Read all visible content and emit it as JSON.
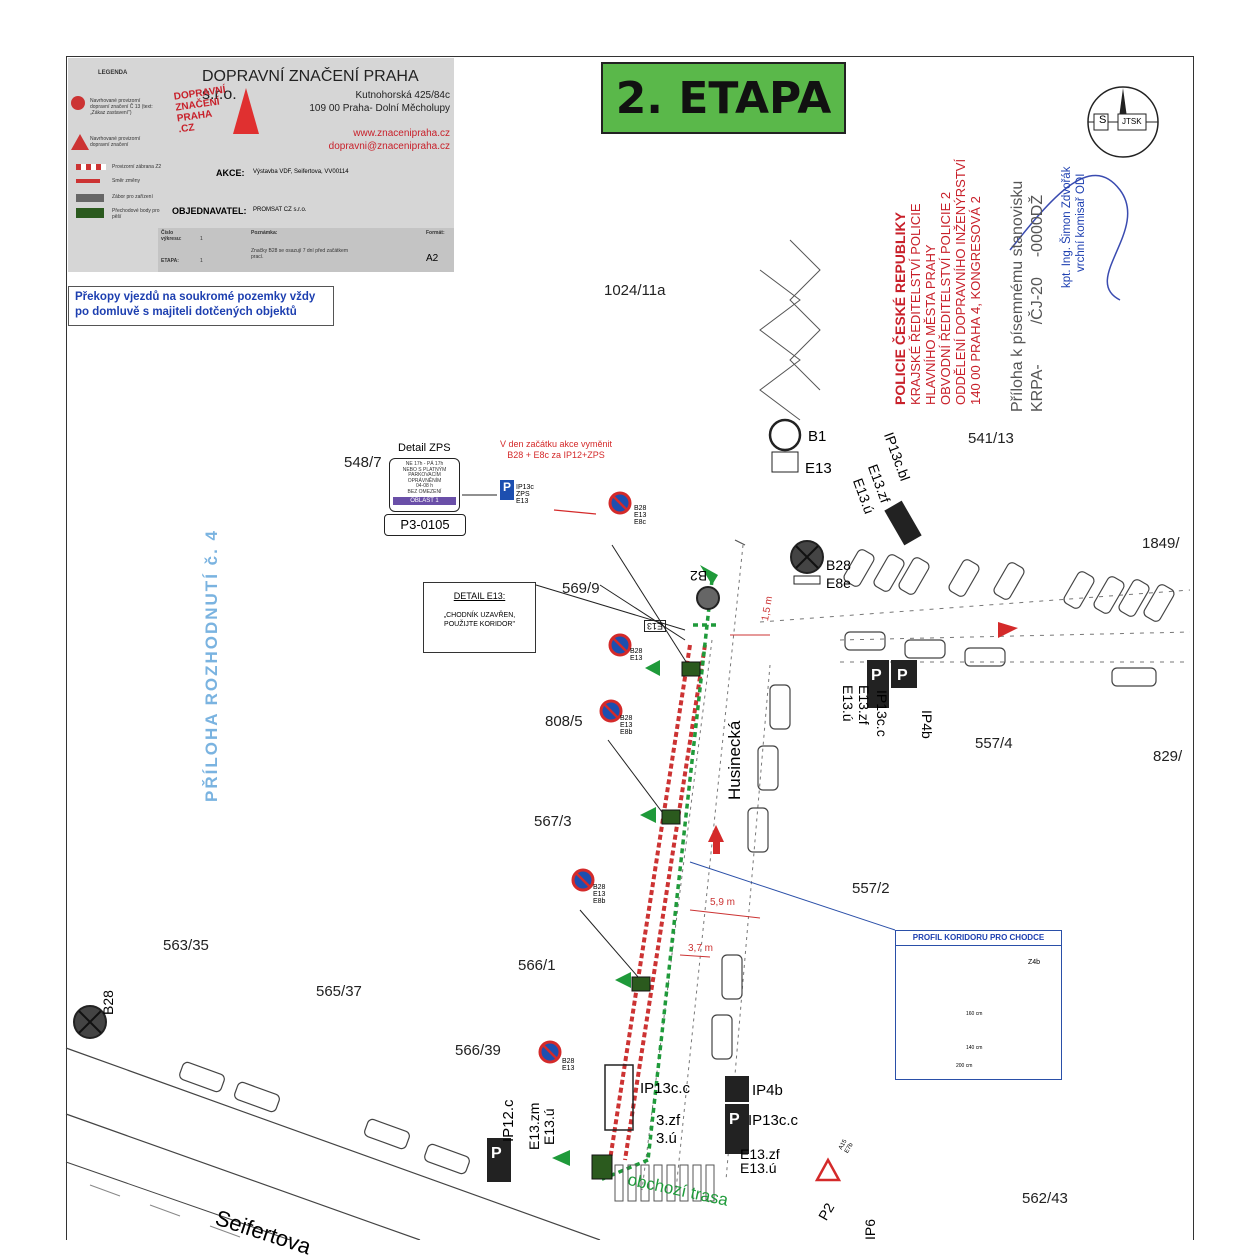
{
  "legend": {
    "title": "LEGENDA",
    "items": [
      "Navrhované provizorní dopravní značení Č 13 (text: „Zákaz zastavení\")",
      "Navrhované provizorní dopravní značení",
      "Provizorní zábrana Z2",
      "Směr změny",
      "Zábor pro zařízení",
      "Přechodové body pro pěší"
    ],
    "company": "DOPRAVNÍ ZNAČENÍ PRAHA s.r.o.",
    "address1": "Kutnohorská 425/84c",
    "address2": "109 00 Praha- Dolní Měcholupy",
    "web": "www.znaceniprahа.cz",
    "email": "dopravni@znaceniprahа.cz",
    "logo_text": [
      "DOPRAVNÍ",
      "ZNAČENÍ",
      "PRAHA",
      ".CZ"
    ],
    "akce_label": "AKCE:",
    "akce_value": "Výstavba VDF, Seifertova, VV00114",
    "objednavatel_label": "OBJEDNAVATEL:",
    "objednavatel_value": "PROMSAT CZ s.r.o.",
    "cislo_label": "Číslo výkresu:",
    "cislo_value": "1",
    "poznamka_label": "Poznámka:",
    "poznamka_value": "Značky B28 se osazují 7 dní před začátkem prací.",
    "format_label": "Formát:",
    "format_value": "A2",
    "etapa_label": "ETAPA:",
    "etapa_value": "1"
  },
  "etapa_badge": "2. ETAPA",
  "note": "Překopy vjezdů na soukromé pozemky vždy po domluvě s majiteli dotčených objektů",
  "stamp_lines": [
    "POLICIE ČESKÉ REPUBLIKY",
    "KRAJSKÉ ŘEDITELSTVÍ POLICIE",
    "HLAVNÍHO MĚSTA PRAHY",
    "OBVODNÍ ŘEDITELSTVÍ POLICIE 2",
    "ODDĚLENÍ DOPRAVNÍHO INŽENÝRSTVÍ",
    "140 00 PRAHA 4, KONGRESOVÁ 2"
  ],
  "approval": {
    "line1": "Příloha k písemnému stanovisku",
    "line2": "KRPA-",
    "line2b": "/ČJ-20",
    "line2c": "-0000DŽ",
    "officer": "kpt. Ing. Šimon Zdvořák",
    "role": "vrchní komisař ODI"
  },
  "compass": {
    "S": "S",
    "JTSK": "JTSK"
  },
  "side_text": "PŘÍLOHA ROZHODNUTÍ č. 4",
  "parcels": [
    "1024/11a",
    "541/13",
    "1849/",
    "557/4",
    "829/",
    "548/7",
    "569/9",
    "808/5",
    "567/3",
    "557/2",
    "563/35",
    "566/1",
    "565/37",
    "566/39",
    "562/43"
  ],
  "street_labels": {
    "husinecka": "Husinecká",
    "seifertova": "Seifertova"
  },
  "detail_zps": {
    "title": "Detail ZPS",
    "lines": [
      "NE 17h - PÁ 17h",
      "NEBO S PLATNÝM",
      "PARKOVACÍM",
      "OPRÁVNĚNÍM",
      "04-08 h",
      "BEZ OMEZENÍ"
    ],
    "zone": "OBLAST 1",
    "code": "P3-0105"
  },
  "red_note": [
    "V den začátku akce vyměnit",
    "B28 + E8c za IP12+ZPS"
  ],
  "detail_e13": {
    "title": "DETAIL E13:",
    "text": [
      "„CHODNÍK UZAVŘEN,",
      "POUŽIJTE KORIDOR\""
    ]
  },
  "profil": {
    "title": "PROFIL KORIDORU PRO CHODCE",
    "z4b": "Z4b",
    "d1": "160 cm",
    "d2": "140 cm",
    "d3": "200 cm"
  },
  "dimensions": [
    "1,5 m",
    "5,9 m",
    "3,7 m"
  ],
  "sign_labels": {
    "b1": "B1",
    "e13": "E13",
    "b2": "B2",
    "b28": "B28",
    "e8e": "E8e",
    "ip13cbl": "IP13c.bl",
    "e13zf": "E13.zf",
    "e13u": "E13.ú",
    "ip13cc": "IP13c.c",
    "ip4b": "IP4b",
    "e13zf2": "E13.zf",
    "e13u2": "E13.ú",
    "ip12c": "IP12.c",
    "e13zm": "E13.zm",
    "e13u3": "E13.ú",
    "ip13cc2": "IP13c.c",
    "zf3": "3.zf",
    "u3": "3.ú",
    "ip4b2": "IP4b",
    "ip13cc3": "IP13c.c",
    "e13zf3": "E13.zf",
    "e13u4": "E13.ú",
    "obchozi": "obchozí trasa",
    "ip6": "IP6",
    "p2": "P2",
    "small_b28_e13_e8c": [
      "B28",
      "E13",
      "E8c"
    ],
    "small_b28_e13": [
      "B28",
      "E13"
    ],
    "small_b28_e13_e8b": [
      "B28",
      "E13",
      "E8b"
    ],
    "ip13c_zps": [
      "IP13c",
      "ZPS",
      "E13"
    ],
    "a15": [
      "A15",
      "E7b"
    ],
    "e13_box": "E13"
  },
  "colors": {
    "accent_green": "#5ab84a",
    "police_red": "#c8202a",
    "note_blue": "#1d3fb0",
    "route_green": "#1f9a3a",
    "sign_red": "#d42a2a",
    "sign_blue": "#1d4fb0"
  }
}
